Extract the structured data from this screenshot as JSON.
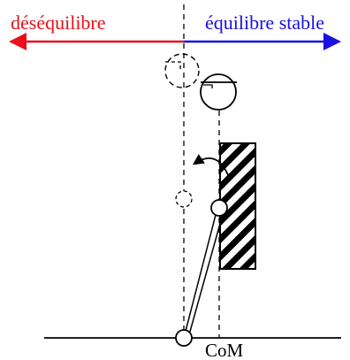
{
  "labels": {
    "left": "déséquilibre",
    "right": "équilibre stable",
    "bottom": "CoM"
  },
  "colors": {
    "left": "#e8101a",
    "right": "#1a10e0",
    "line": "#000000",
    "background": "#ffffff"
  }
}
